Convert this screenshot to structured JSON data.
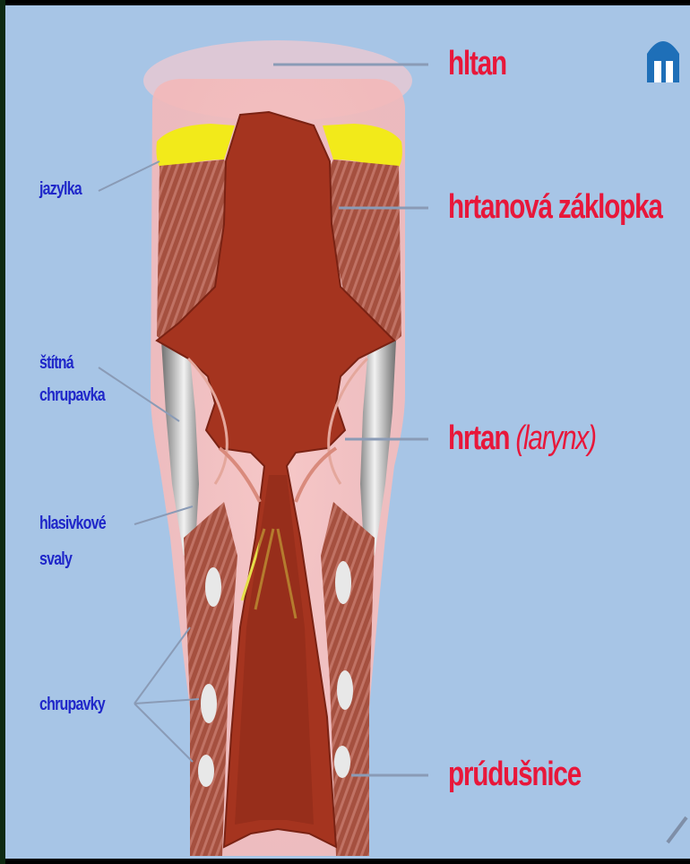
{
  "labels": {
    "right": {
      "hltan": "hltan",
      "epiglottis": "hrtanová záklopka",
      "larynx_main": "hrtan",
      "larynx_paren": "(larynx)",
      "trachea": "prúdušnice"
    },
    "left": {
      "jazylka": "jazylka",
      "stitna_1": "štítná",
      "stitna_2": "chrupavka",
      "hlasivkove_1": "hlasivkové",
      "hlasivkove_2": "svaly",
      "chrupavky": "chrupavky"
    }
  },
  "colors": {
    "background": "#a7c5e6",
    "label_red": "#e8173a",
    "label_blue": "#1f27c9",
    "tissue_dark": "#a5341f",
    "tissue_muscle": "#a5503f",
    "hyoid_yellow": "#f2ea1a"
  },
  "icons": {
    "logo": "arch-logo-icon"
  }
}
